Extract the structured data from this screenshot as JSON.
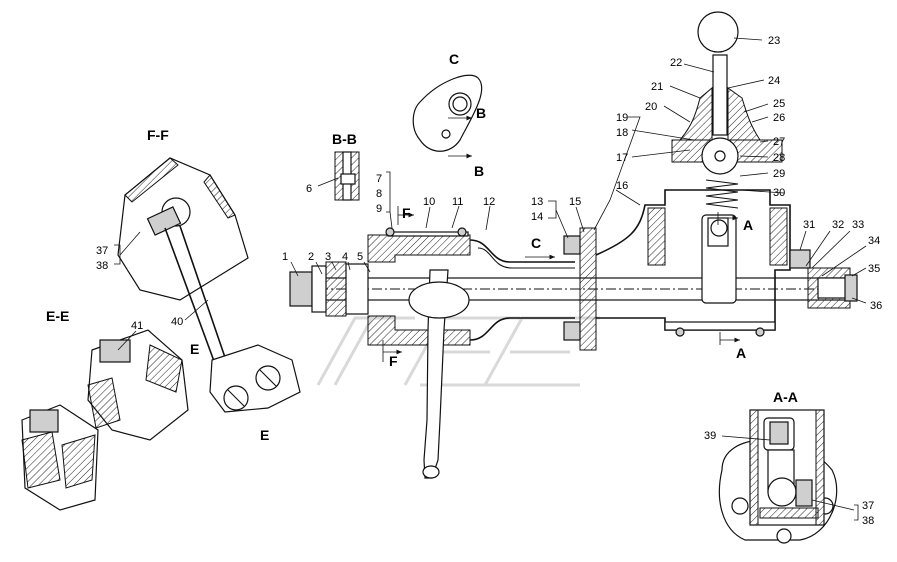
{
  "sections": {
    "ff": "F-F",
    "bb": "B-B",
    "c": "C",
    "ee": "E-E",
    "aa": "A-A"
  },
  "view_letters": {
    "b_top": "B",
    "b_bottom": "B",
    "f_top": "F",
    "f_bottom": "F",
    "c_arrow": "C",
    "a_right": "A",
    "a_bottom": "A",
    "e_top": "E",
    "e_bottom": "E"
  },
  "part_numbers": {
    "n1": "1",
    "n2": "2",
    "n3": "3",
    "n4": "4",
    "n5": "5",
    "n6": "6",
    "n7": "7",
    "n8": "8",
    "n9": "9",
    "n10": "10",
    "n11": "11",
    "n12": "12",
    "n13": "13",
    "n14": "14",
    "n15": "15",
    "n16": "16",
    "n17": "17",
    "n18": "18",
    "n19": "19",
    "n20": "20",
    "n21": "21",
    "n22": "22",
    "n23": "23",
    "n24": "24",
    "n25": "25",
    "n26": "26",
    "n27": "27",
    "n28": "28",
    "n29": "29",
    "n30": "30",
    "n31": "31",
    "n32": "32",
    "n33": "33",
    "n34": "34",
    "n35": "35",
    "n36": "36",
    "n37": "37",
    "n38": "38",
    "n39": "39",
    "n40": "40",
    "n41": "41",
    "n37b": "37",
    "n38b": "38"
  }
}
